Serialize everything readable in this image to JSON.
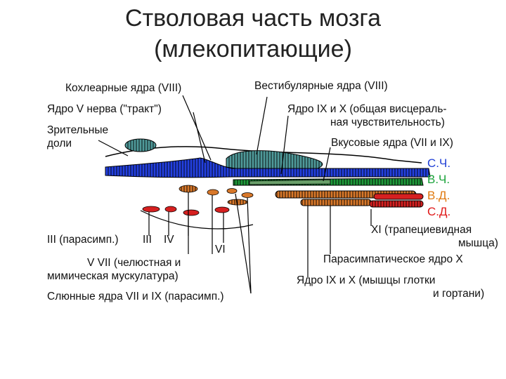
{
  "title": {
    "line1": "Стволовая часть мозга",
    "line2": "(млекопитающие)"
  },
  "labels": {
    "cochlear": "Кохлеарные ядра (VIII)",
    "vestibular": "Вестибулярные ядра (VIII)",
    "trigeminal_tract": "Ядро V нерва (\"тракт\")",
    "ix_x_visceral_1": "Ядро IX и X (общая висцераль-",
    "ix_x_visceral_2": "ная чувствительность)",
    "optic_lobes_1": "Зрительные",
    "optic_lobes_2": "доли",
    "taste": "Вкусовые ядра (VII и IX)",
    "xi_1": "XI (трапециевидная",
    "xi_2": "мышца)",
    "iii_parasymp": "III (парасимп.)",
    "iii": "III",
    "iv": "IV",
    "vi": "VI",
    "v_vii_1": "V  VII (челюстная и",
    "v_vii_2": "мимическая мускулатура)",
    "parasymp_x": "Парасимпатическое ядро X",
    "ix_x_pharynx_1": "Ядро IX и X (мышцы глотки",
    "ix_x_pharynx_2": "и гортани)",
    "salivary": "Слюнные ядра VII и IX (парасимп.)"
  },
  "legend": [
    {
      "text": "С.Ч.",
      "color": "#1f3fd6"
    },
    {
      "text": "В.Ч.",
      "color": "#1aa33a"
    },
    {
      "text": "В.Д.",
      "color": "#e07a10"
    },
    {
      "text": "С.Д.",
      "color": "#e01818"
    }
  ],
  "colors": {
    "somatic_sensory": "#2340e0",
    "visceral_sensory": "#1f9a3a",
    "visceral_motor": "#d8782a",
    "somatic_motor": "#d62020",
    "sensory_nucleus": "#4f9a9a"
  }
}
